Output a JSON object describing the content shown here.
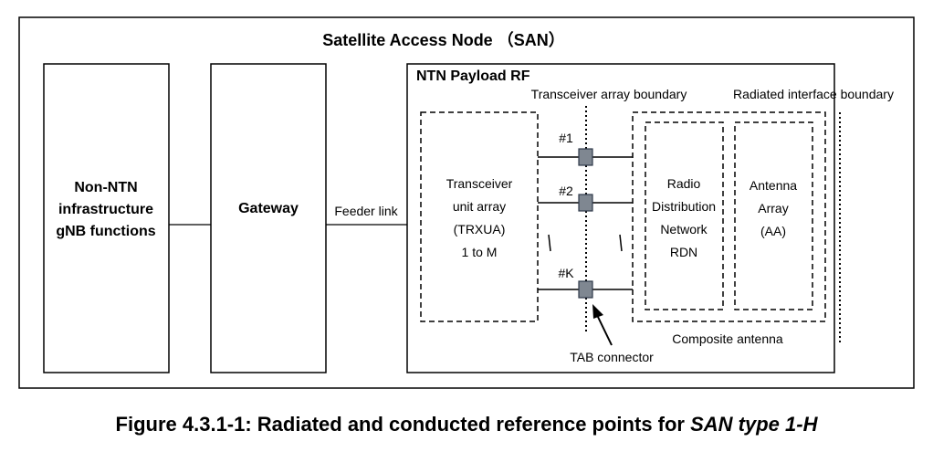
{
  "san_title": "Satellite Access Node （SAN）",
  "blocks": {
    "non_ntn": [
      "Non-NTN",
      "infrastructure",
      "gNB functions"
    ],
    "gateway": "Gateway",
    "feeder_link": "Feeder link"
  },
  "payload": {
    "title": "NTN Payload RF",
    "trx_boundary_label": "Transceiver array boundary",
    "radiated_boundary_label": "Radiated interface boundary",
    "trxua": [
      "Transceiver",
      "unit array",
      "(TRXUA)",
      "1 to M"
    ],
    "rdn": [
      "Radio",
      "Distribution",
      "Network",
      "RDN"
    ],
    "aa": [
      "Antenna",
      "Array",
      "(AA)"
    ],
    "ports": [
      "#1",
      "#2",
      "#K"
    ],
    "composite_antenna": "Composite antenna",
    "tab_connector": "TAB connector"
  },
  "caption": {
    "prefix": "Figure 4.3.1-1: Radiated and conducted reference points for ",
    "italic": "SAN type 1-H"
  }
}
